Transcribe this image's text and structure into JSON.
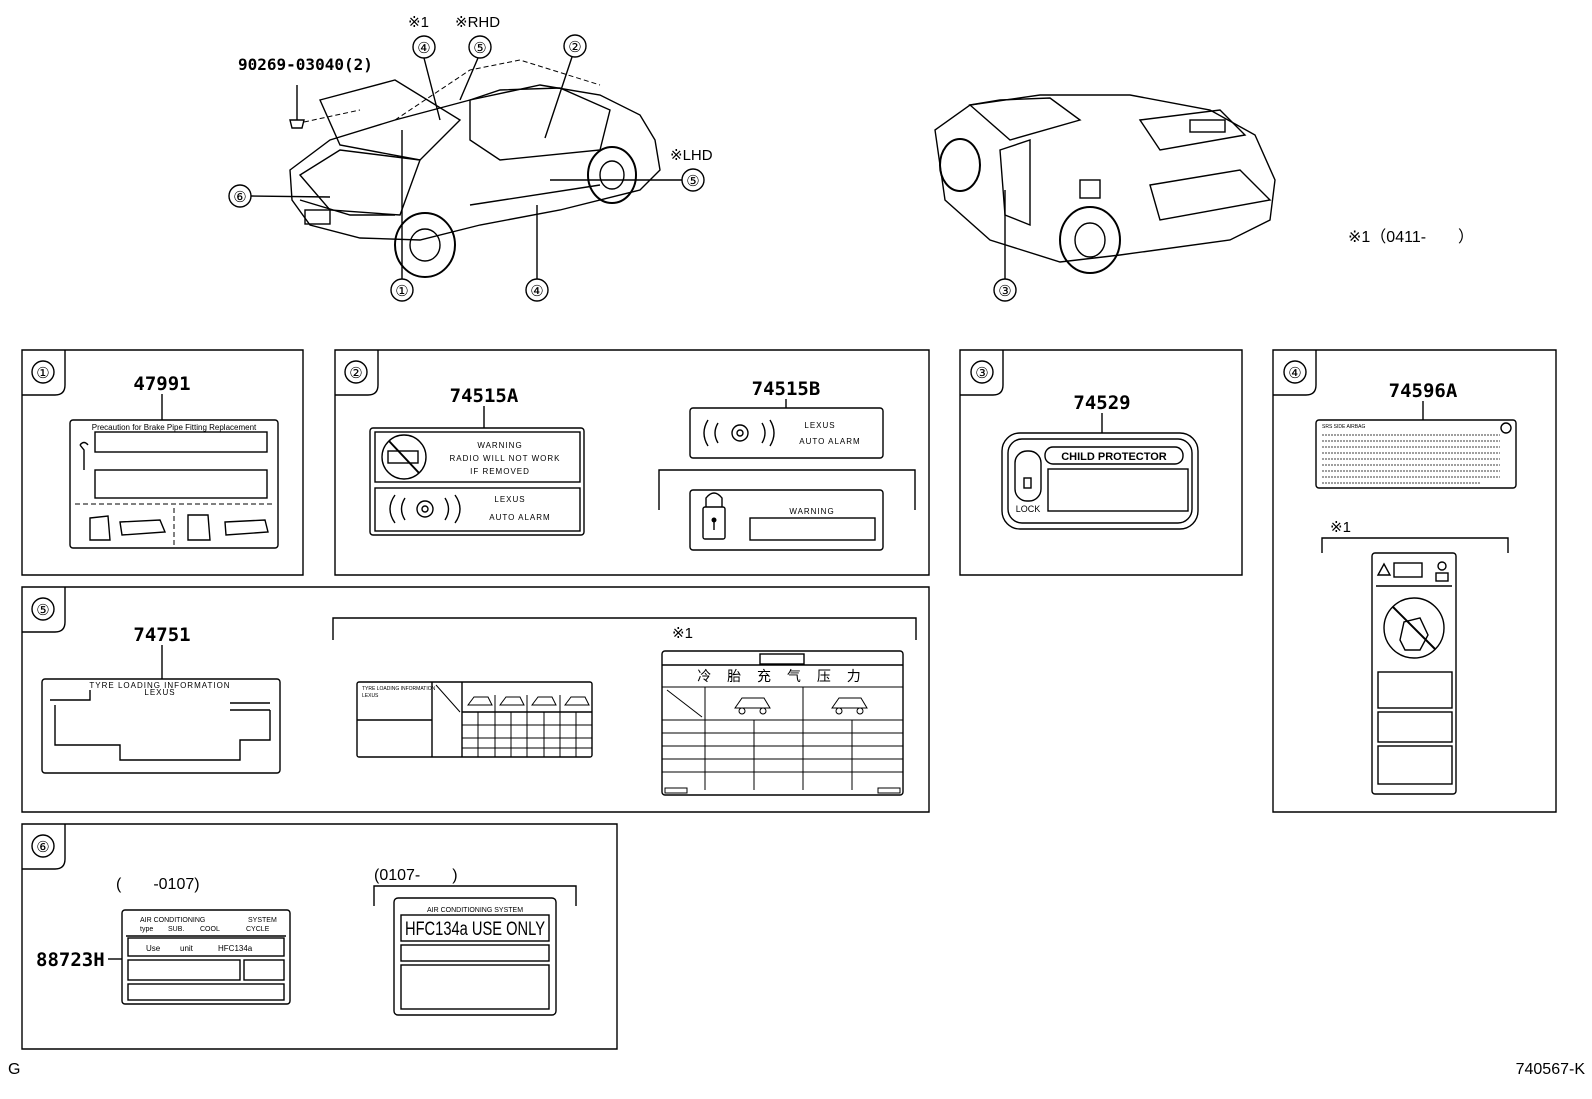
{
  "top": {
    "bolt_part": "90269-03040(2)",
    "note1": "※1",
    "note_rhd": "※RHD",
    "note_lhd": "※LHD",
    "note_period": "※1（0411-　　）",
    "callouts": [
      "①",
      "②",
      "③",
      "④",
      "⑤",
      "⑥"
    ]
  },
  "panels": {
    "p1": {
      "num": "①",
      "part": "47991",
      "header": "Precaution for Brake Pipe Fitting Replacement"
    },
    "p2": {
      "num": "②",
      "part_a": "74515A",
      "part_b": "74515B",
      "warn1": "WARNING",
      "warn2": "RADIO WILL NOT WORK",
      "warn3": "IF REMOVED",
      "lexus": "LEXUS",
      "alarm": "AUTO ALARM",
      "warning": "WARNING"
    },
    "p3": {
      "num": "③",
      "part": "74529",
      "title": "CHILD PROTECTOR",
      "lock": "LOCK"
    },
    "p4": {
      "num": "④",
      "part": "74596A",
      "header": "SRS SIDE AIRBAG",
      "note": "※1"
    },
    "p5": {
      "num": "⑤",
      "part": "74751",
      "tire1": "TYRE LOADING INFORMATION",
      "tire2": "LEXUS",
      "note": "※1",
      "cn_title": "冷 胎 充 气 压 力"
    },
    "p6": {
      "num": "⑥",
      "part": "88723H",
      "date_a": "(　　-0107)",
      "date_b": "(0107-　　)",
      "ac_a1": "AIR CONDITIONING",
      "ac_a2": "type",
      "ac_a3": "SUB.",
      "ac_a4": "COOL",
      "ac_a5": "SYSTEM",
      "ac_a6": "CYCLE",
      "ac_use": "Use",
      "ac_unit": "unit",
      "ac_ref": "HFC134a",
      "ac_b_head": "AIR CONDITIONING SYSTEM",
      "ac_b_main": "HFC134a USE ONLY"
    }
  },
  "footer": {
    "left": "G",
    "right": "740567-K"
  }
}
